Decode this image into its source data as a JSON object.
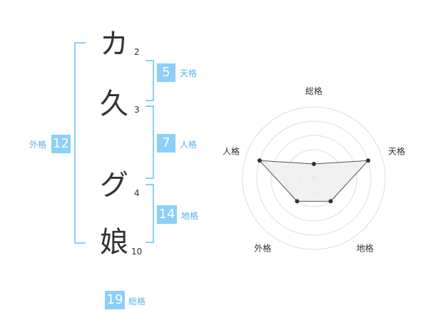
{
  "name": {
    "chars": [
      {
        "char": "カ",
        "strokes": "2"
      },
      {
        "char": "久",
        "strokes": "3"
      },
      {
        "char": "グ",
        "strokes": "4"
      },
      {
        "char": "娘",
        "strokes": "10"
      }
    ]
  },
  "kaku": {
    "tenkaku": {
      "value": "5",
      "label": "天格"
    },
    "jinkaku": {
      "value": "7",
      "label": "人格"
    },
    "chikaku": {
      "value": "14",
      "label": "地格"
    },
    "gaikaku": {
      "value": "12",
      "label": "外格"
    },
    "soukaku": {
      "value": "19",
      "label": "総格"
    }
  },
  "colors": {
    "accent": "#8ccff8",
    "label": "#5bb2e8",
    "text": "#333333",
    "grid": "#dddddd",
    "fill": "#efefef"
  },
  "radar": {
    "axes": [
      "総格",
      "天格",
      "地格",
      "外格",
      "人格"
    ],
    "levels": 5,
    "values": [
      1,
      4,
      2,
      2,
      4
    ]
  }
}
